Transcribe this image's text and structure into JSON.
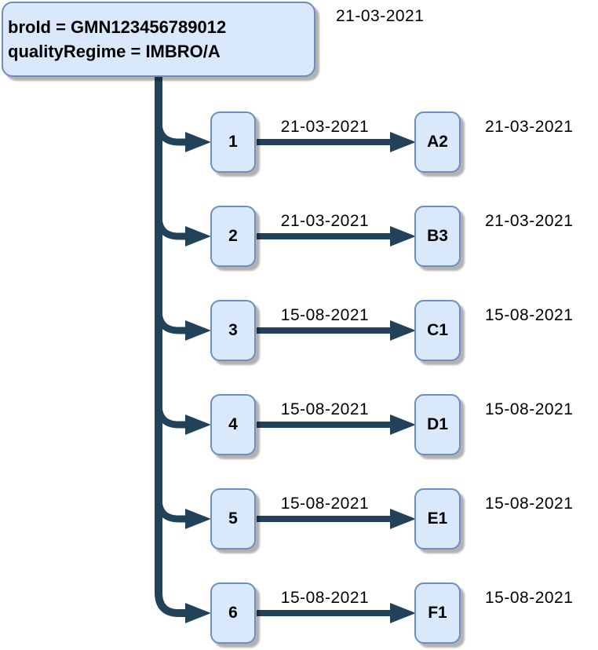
{
  "diagram": {
    "root": {
      "line1": "broId = GMN123456789012",
      "line2": "qualityRegime = IMBRO/A",
      "date": "21-03-2021"
    },
    "rows": [
      {
        "source": "1",
        "target": "A2",
        "edge_date": "21-03-2021",
        "side_date": "21-03-2021"
      },
      {
        "source": "2",
        "target": "B3",
        "edge_date": "21-03-2021",
        "side_date": "21-03-2021"
      },
      {
        "source": "3",
        "target": "C1",
        "edge_date": "15-08-2021",
        "side_date": "15-08-2021"
      },
      {
        "source": "4",
        "target": "D1",
        "edge_date": "15-08-2021",
        "side_date": "15-08-2021"
      },
      {
        "source": "5",
        "target": "E1",
        "edge_date": "15-08-2021",
        "side_date": "15-08-2021"
      },
      {
        "source": "6",
        "target": "F1",
        "edge_date": "15-08-2021",
        "side_date": "15-08-2021"
      }
    ],
    "colors": {
      "connector": "#214258",
      "node_fill": "#dae8fc",
      "node_border": "#6c8ebf",
      "text": "#000000",
      "background": "#ffffff"
    }
  }
}
